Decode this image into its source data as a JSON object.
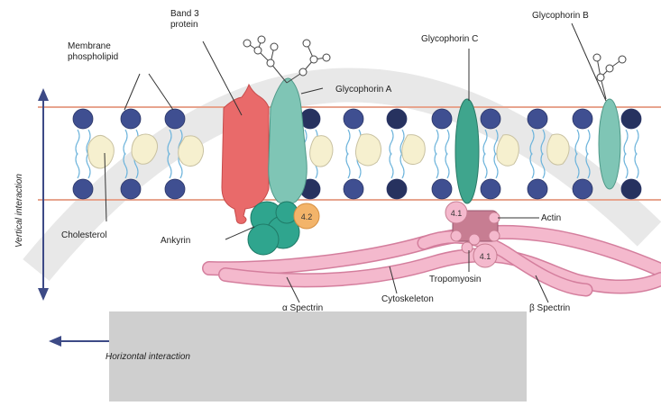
{
  "labels": {
    "band3": "Band 3\nprotein",
    "band3_line1": "Band 3",
    "band3_line2": "protein",
    "membrane_line1": "Membrane",
    "membrane_line2": "phospholipid",
    "glycophorin_a": "Glycophorin A",
    "glycophorin_b": "Glycophorin B",
    "glycophorin_c": "Glycophorin C",
    "cholesterol": "Cholesterol",
    "ankyrin": "Ankyrin",
    "actin": "Actin",
    "tropomyosin": "Tropomyosin",
    "cytoskeleton": "Cytoskeleton",
    "alpha_spectrin": "α Spectrin",
    "beta_spectrin": "β Spectrin",
    "vertical_interaction": "Vertical interaction",
    "horizontal_interaction": "Horizontal interaction",
    "protein_42": "4.2",
    "protein_41_top": "4.1",
    "protein_41_bottom": "4.1"
  },
  "colors": {
    "head": "#3f4f91",
    "head_dark": "#27325f",
    "tail": "#6fb5dc",
    "bilayer_line": "#e7a48e",
    "band3": "#e96a6a",
    "glycophorin": "#7fc5b5",
    "ankyrin": "#2fa58e",
    "protein42": "#f3b46a",
    "spectrin": "#f4b9cd",
    "spectrin_edge": "#d47e9d",
    "cholesterol": "#f6f0cf",
    "arrow": "#3d4a86"
  }
}
